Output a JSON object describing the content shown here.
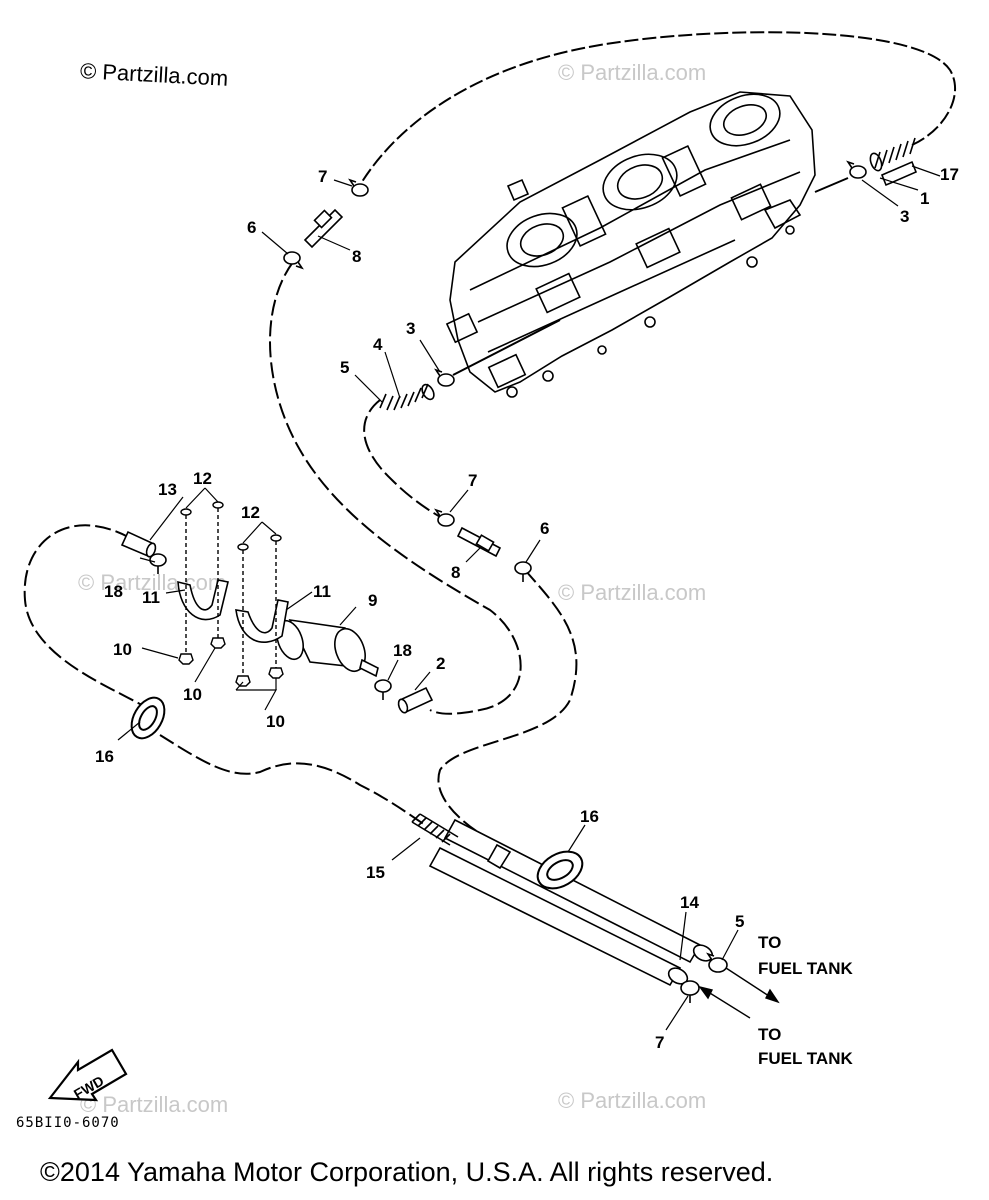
{
  "site_credit": "© Partzilla.com",
  "watermark": "© Partzilla.com",
  "diagram_code": "65BII0-6070",
  "copyright": "©2014 Yamaha Motor Corporation, U.S.A. All rights reserved.",
  "fwd_label": "FWD",
  "destination": {
    "line1": "TO",
    "line2": "FUEL TANK"
  },
  "callouts": {
    "c1": "1",
    "c2": "2",
    "c3a": "3",
    "c3b": "3",
    "c4": "4",
    "c5a": "5",
    "c5b": "5",
    "c6a": "6",
    "c6b": "6",
    "c7a": "7",
    "c7b": "7",
    "c7c": "7",
    "c8a": "8",
    "c8b": "8",
    "c9": "9",
    "c10a": "10",
    "c10b": "10",
    "c10c": "10",
    "c11a": "11",
    "c11b": "11",
    "c12a": "12",
    "c12b": "12",
    "c13": "13",
    "c14": "14",
    "c15": "15",
    "c16a": "16",
    "c16b": "16",
    "c17": "17",
    "c18a": "18",
    "c18b": "18"
  }
}
